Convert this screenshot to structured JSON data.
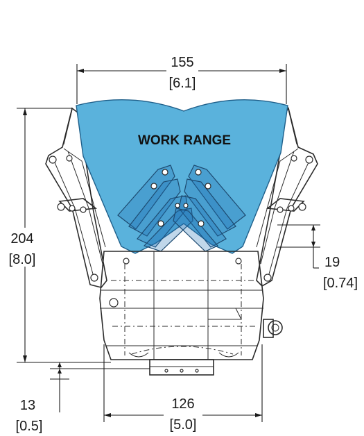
{
  "colors": {
    "work_range_fill": "#5ab2dc",
    "line": "#2a2a2a",
    "dimension": "#1a1a1a"
  },
  "label": {
    "work_range": "WORK RANGE"
  },
  "dimensions": {
    "top_width": {
      "mm": "155",
      "inch": "[6.1]"
    },
    "height": {
      "mm": "204",
      "inch": "[8.0]"
    },
    "finger_offset": {
      "mm": "19",
      "inch": "[0.74]"
    },
    "base_offset": {
      "mm": "13",
      "inch": "[0.5]"
    },
    "base_width": {
      "mm": "126",
      "inch": "[5.0]"
    }
  }
}
